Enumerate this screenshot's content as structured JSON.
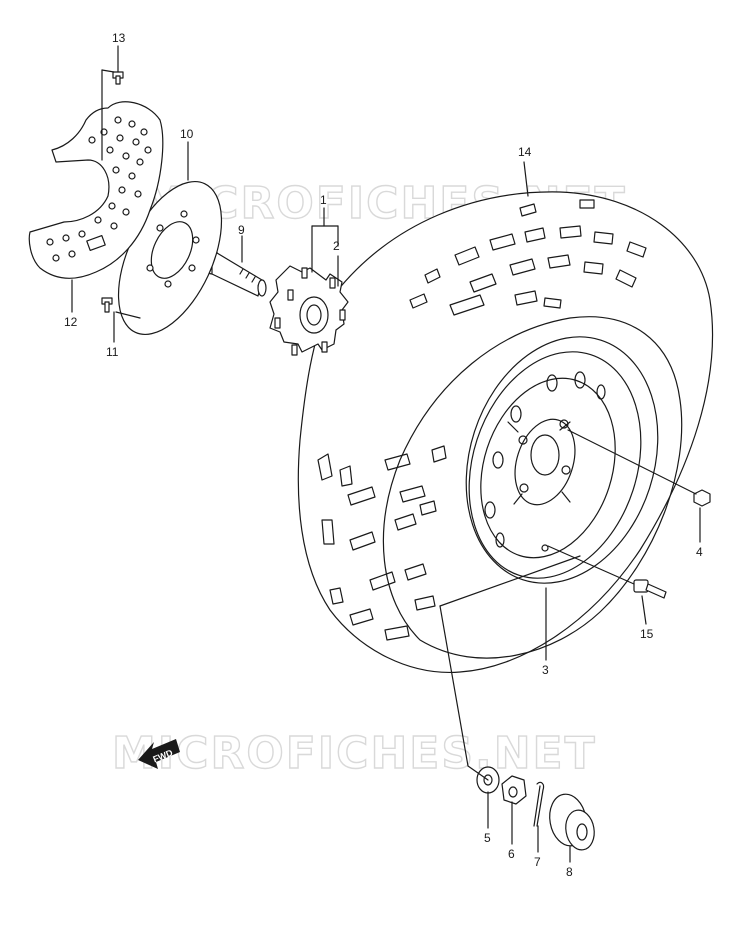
{
  "watermark": {
    "text": "MICROFICHES.NET"
  },
  "fwd_label": "FWD",
  "callouts": [
    {
      "id": "13",
      "label": "13"
    },
    {
      "id": "10",
      "label": "10"
    },
    {
      "id": "1",
      "label": "1"
    },
    {
      "id": "2",
      "label": "2"
    },
    {
      "id": "9",
      "label": "9"
    },
    {
      "id": "12",
      "label": "12"
    },
    {
      "id": "11",
      "label": "11"
    },
    {
      "id": "14",
      "label": "14"
    },
    {
      "id": "4",
      "label": "4"
    },
    {
      "id": "15",
      "label": "15"
    },
    {
      "id": "3",
      "label": "3"
    },
    {
      "id": "5",
      "label": "5"
    },
    {
      "id": "6",
      "label": "6"
    },
    {
      "id": "7",
      "label": "7"
    },
    {
      "id": "8",
      "label": "8"
    }
  ]
}
